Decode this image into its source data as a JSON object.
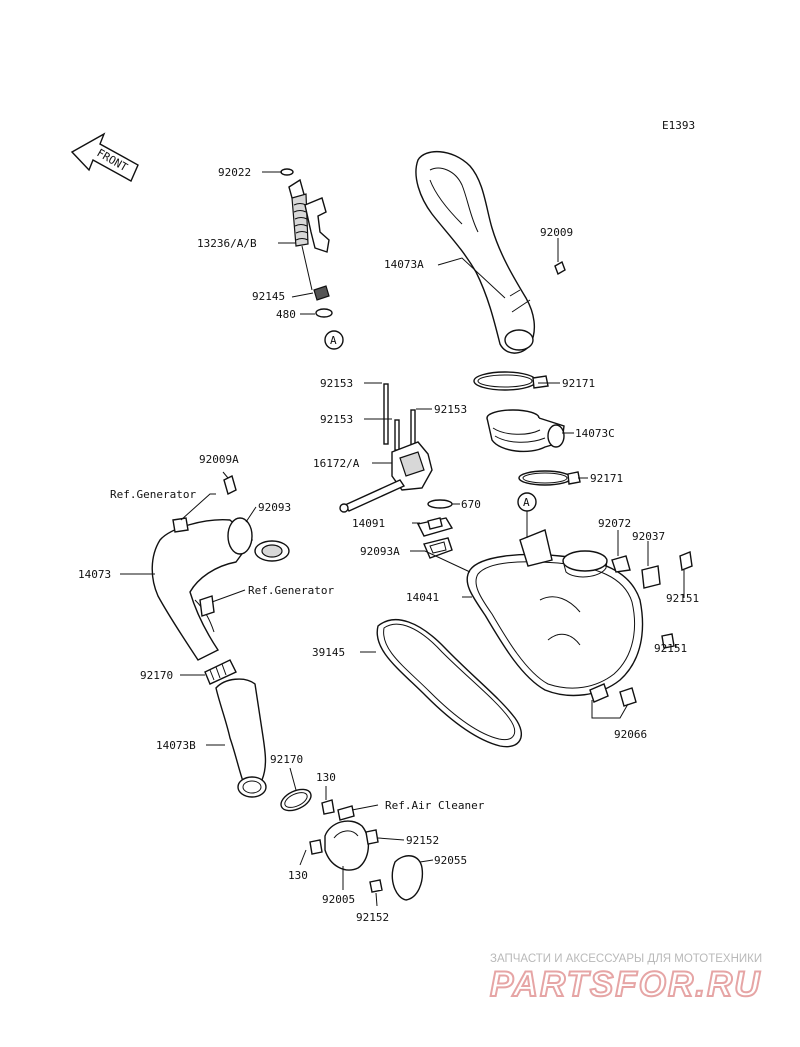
{
  "diagram_code": "E1393",
  "front_label": "FRONT",
  "callouts": {
    "c92022": "92022",
    "c13236": "13236/A/B",
    "c92145": "92145",
    "c480": "480",
    "c14073A": "14073A",
    "c92009": "92009",
    "c92171a": "92171",
    "c14073C": "14073C",
    "c92171b": "92171",
    "c92153a": "92153",
    "c92153b": "92153",
    "c92153c": "92153",
    "c16172": "16172/A",
    "c670": "670",
    "c14091": "14091",
    "c92093A": "92093A",
    "c92009A": "92009A",
    "cRefGen1": "Ref.Generator",
    "c92093": "92093",
    "c14073": "14073",
    "cRefGen2": "Ref.Generator",
    "c92072": "92072",
    "c92037": "92037",
    "c92151a": "92151",
    "c14041": "14041",
    "c92151b": "92151",
    "c39145": "39145",
    "c92066": "92066",
    "c92170a": "92170",
    "c14073B": "14073B",
    "c92170b": "92170",
    "c130a": "130",
    "cRefAir": "Ref.Air Cleaner",
    "c92152a": "92152",
    "c92055": "92055",
    "c130b": "130",
    "c92005": "92005",
    "c92152b": "92152",
    "refA1": "A",
    "refA2": "A"
  },
  "watermark": {
    "tagline": "ЗАПЧАСТИ И АКСЕССУАРЫ ДЛЯ МОТОТЕХНИКИ",
    "brand": "PARTSFOR.RU"
  }
}
